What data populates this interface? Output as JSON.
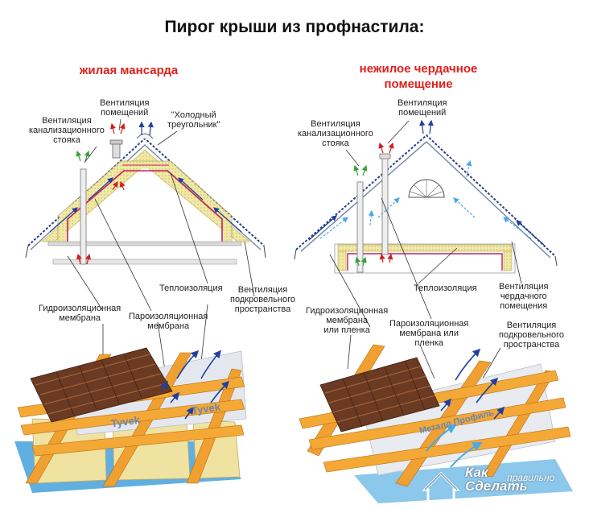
{
  "title": "Пирог крыши из профнастила:",
  "left": {
    "subtitle": "жилая мансарда",
    "labels": {
      "vent_rooms": "Вентиляция\nпомещений",
      "vent_sewer": "Вентиляция\nканализационного\nстояка",
      "cold_triangle": "\"Холодный\nтреугольник\"",
      "insulation": "Теплоизоляция",
      "vent_underroof": "Вентиляция\nподкровельного\nпространства",
      "waterproof": "Гидроизоляционная\nмембрана",
      "vaporbarrier": "Пароизоляционная\nмембрана"
    },
    "membrane_text": "Tyvek"
  },
  "right": {
    "subtitle": "нежилое чердачное\nпомещение",
    "labels": {
      "vent_rooms": "Вентиляция\nпомещений",
      "vent_sewer": "Вентиляция\nканализационного\nстояка",
      "insulation": "Теплоизоляция",
      "vent_attic": "Вентиляция\nчердачного\nпомещения",
      "waterproof": "Гидроизоляционная\nмембрана\nили пленка",
      "vaporbarrier": "Пароизоляционная\nмембрана или\nпленка",
      "vent_underroof": "Вентиляция\nподкровельного\nпространства"
    },
    "membrane_text": "Металл Профиль"
  },
  "watermark": {
    "line1": "Как",
    "line2": "Сделать",
    "line3": "правильно"
  },
  "colors": {
    "subtitle": "#e0201c",
    "roof_line": "#2a3d8f",
    "insulation": "#f1e9a6",
    "vapor": "#c0205a",
    "wood": "#f0a030",
    "tile": "#6b3a22",
    "arrow_blue": "#2040a0",
    "arrow_green": "#3ca03c",
    "arrow_red": "#d02020",
    "air_light": "#4aa8e8"
  }
}
